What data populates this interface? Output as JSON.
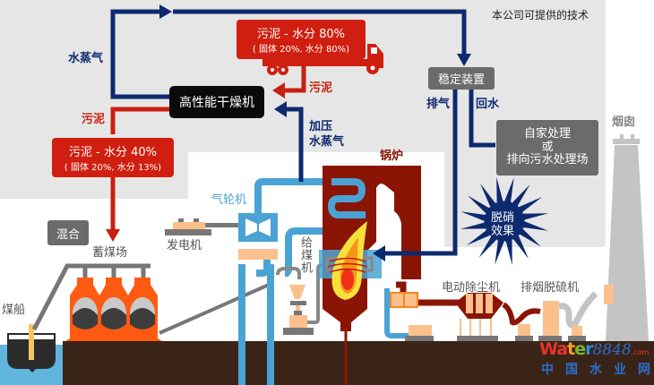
{
  "header": {
    "caption": "本公司可提供的技术"
  },
  "colors": {
    "sludge_red": "#d01f10",
    "steam_navy": "#0d2a6e",
    "water_blue": "#4aa3d4",
    "boiler_darkred": "#8a1505",
    "ground_brown": "#3a2418",
    "panel_gray": "#e6e6e6",
    "coal_orange": "#ff5a12",
    "equipment_peach": "#fbc08c",
    "stack_gray": "#c4c4c4"
  },
  "boxes": {
    "sludge_80": {
      "main": "污泥 - 水分 80%",
      "sub": "( 固体 20%, 水分 80%)"
    },
    "dryer": "高性能干燥机",
    "sludge_40": {
      "main": "污泥 - 水分 40%",
      "sub": "( 固体 20%, 水分 13%)"
    },
    "stabilizer": "稳定装置",
    "self_treatment": {
      "line1": "自家处理",
      "line2": "或",
      "line3": "排向污水处理场"
    },
    "mixing": "混合"
  },
  "labels": {
    "steam": "水蒸气",
    "sludge_to_dryer": "污泥",
    "sludge_out": "污泥",
    "pressurized_steam_1": "加压",
    "pressurized_steam_2": "水蒸气",
    "exhaust": "排气",
    "return_water": "回水",
    "boiler": "锅炉",
    "turbine": "气轮机",
    "generator": "发电机",
    "coal_feeder": "给煤机",
    "coal_storage": "蓄煤场",
    "coal_ship": "煤船",
    "denitration_1": "脱硝",
    "denitration_2": "效果",
    "electrostatic_precipitator": "电动除尘机",
    "desulfurizer": "排烟脱硫机",
    "chimney": "烟囱"
  },
  "watermark": {
    "brand_letters": [
      "W",
      "a",
      "t",
      "e",
      "r"
    ],
    "brand_letter_colors": [
      "#e8342a",
      "#e8342a",
      "#f5a31a",
      "#7cb82f",
      "#2a8fd8"
    ],
    "brand_number": "8848",
    "brand_suffix": ".com",
    "cn_chars": [
      "中",
      "国",
      "水",
      "业",
      "网"
    ]
  }
}
